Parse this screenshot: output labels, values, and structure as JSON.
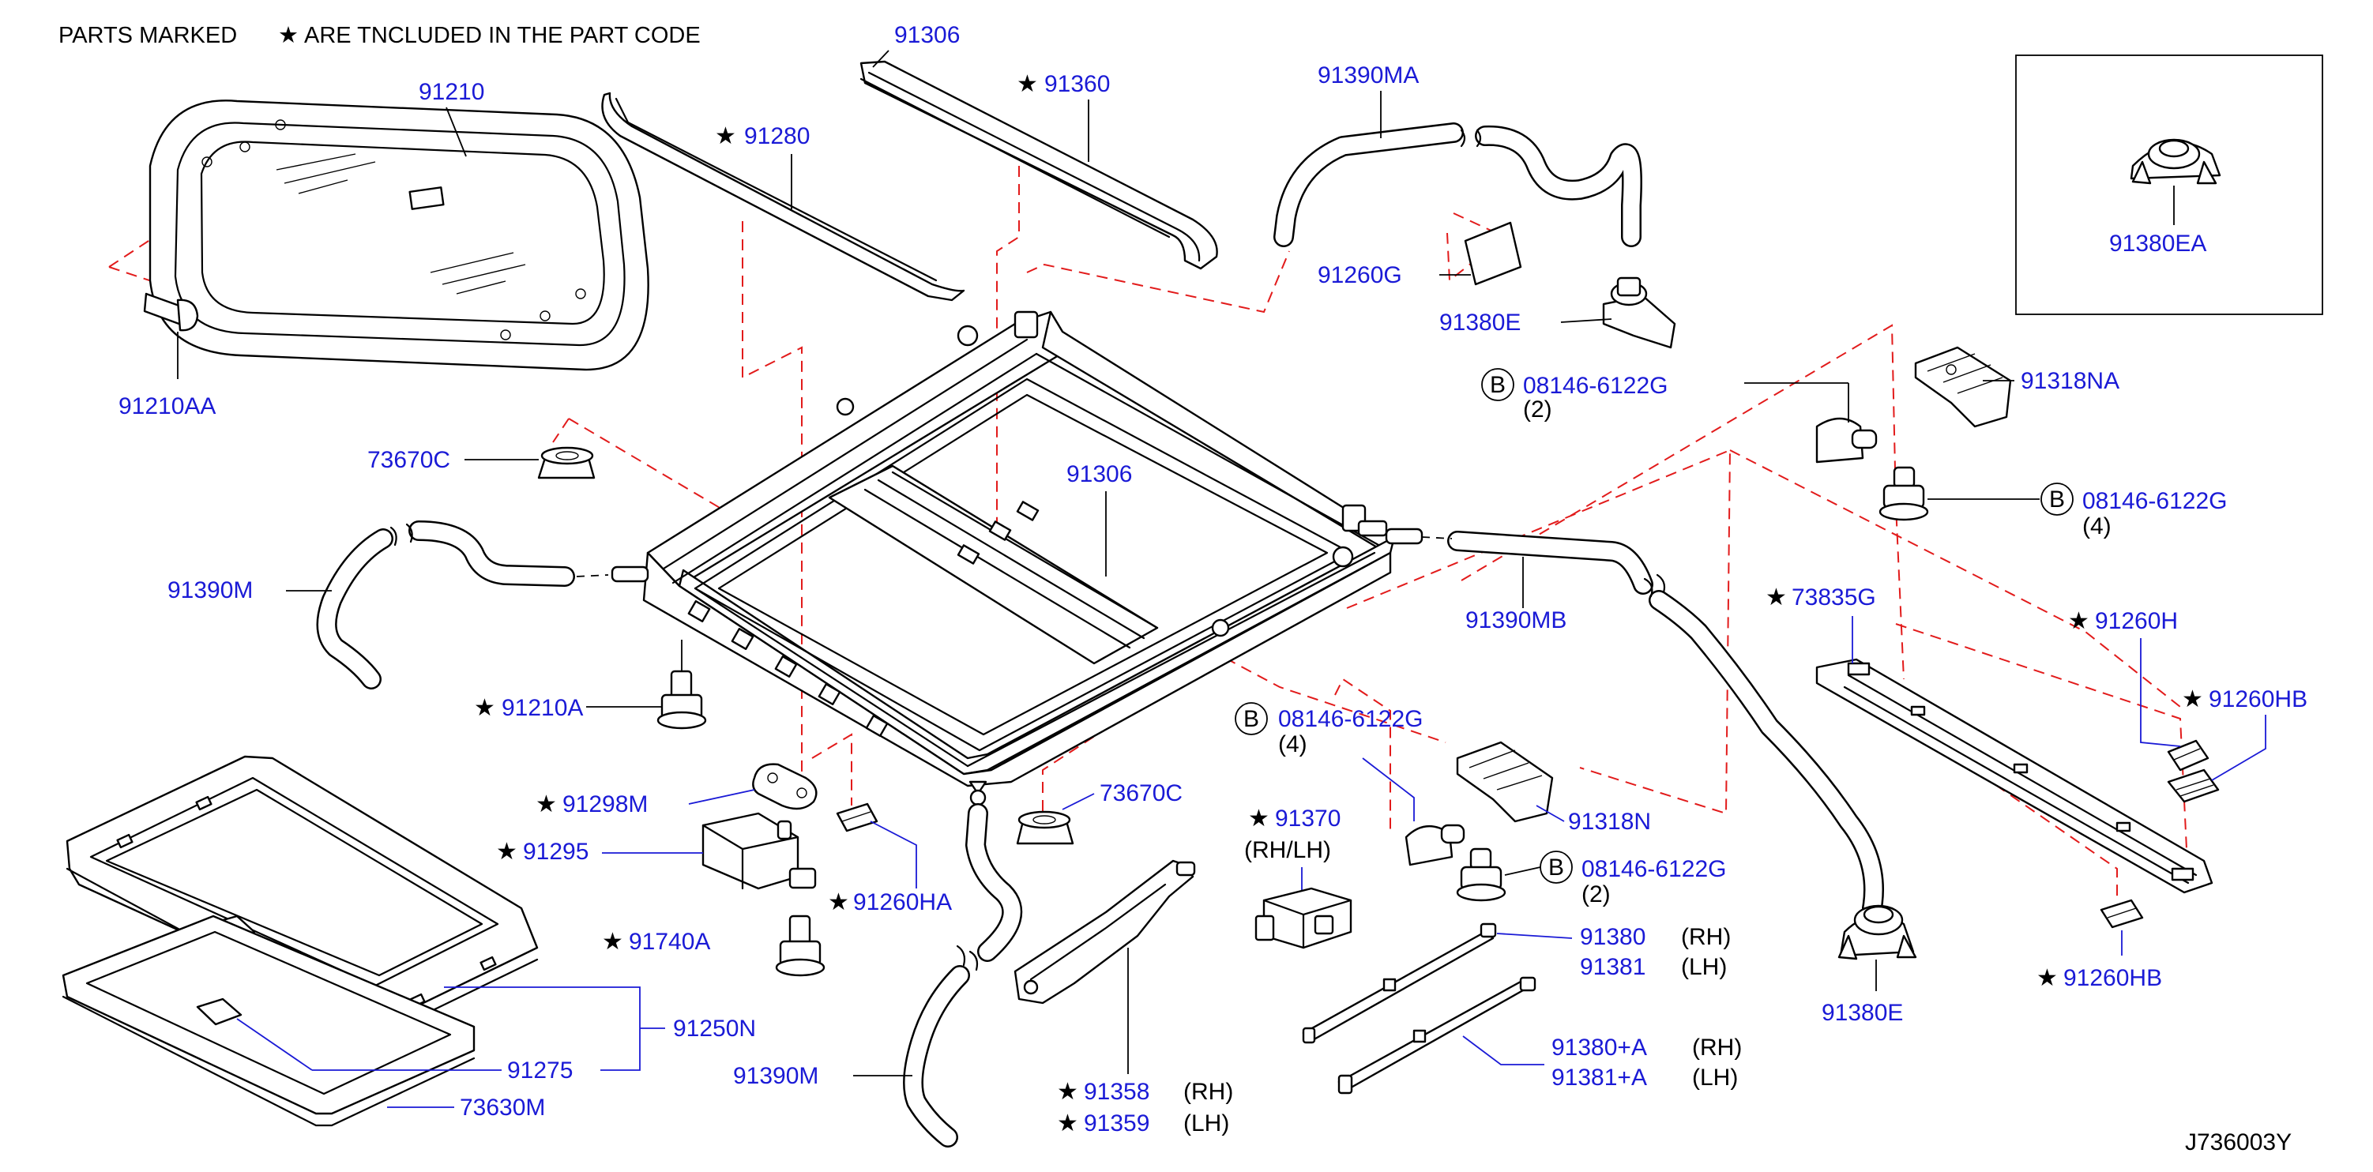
{
  "header": {
    "prefix": "PARTS   MARKED",
    "suffix": "ARE   TNCLUDED   IN   THE   PART   CODE"
  },
  "diagram_id": "J736003Y",
  "colors": {
    "label": "#1a1ad6",
    "guide": "#e21b1b",
    "line": "#000000"
  },
  "labels": {
    "p91210": "91210",
    "p91210AA": "91210AA",
    "p91306_top": "91306",
    "p91280": "91280",
    "p91360": "91360",
    "p91390MA": "91390MA",
    "p91260G": "91260G",
    "p91380E_top": "91380E",
    "p08146_1": "08146-6122G",
    "q2_1": "(2)",
    "p91318NA": "91318NA",
    "p08146_2": "08146-6122G",
    "q4_2": "(4)",
    "p91380EA": "91380EA",
    "p73670C_top": "73670C",
    "p91306_mid": "91306",
    "p91390M_left": "91390M",
    "p91390MB": "91390MB",
    "p73835G": "73835G",
    "p91260H": "91260H",
    "p91260HB_top": "91260HB",
    "p91210A": "91210A",
    "p08146_3": "08146-6122G",
    "q4_3": "(4)",
    "p91298M": "91298M",
    "p73670C_bot": "73670C",
    "p91295": "91295",
    "p91370": "91370",
    "rhlh": "(RH/LH)",
    "p91318N": "91318N",
    "p08146_4": "08146-6122G",
    "q2_4": "(2)",
    "p91260HA": "91260HA",
    "p91740A": "91740A",
    "p91380": "91380",
    "rh1": "(RH)",
    "p91381": "91381",
    "lh1": "(LH)",
    "p91380E_bot": "91380E",
    "p91260HB_bot": "91260HB",
    "p91250N": "91250N",
    "p91275": "91275",
    "p91380A": "91380+A",
    "rh2": "(RH)",
    "p91381A": "91381+A",
    "lh2": "(LH)",
    "p91390M_bot": "91390M",
    "p73630M": "73630M",
    "p91358": "91358",
    "rh3": "(RH)",
    "p91359": "91359",
    "lh3": "(LH)"
  },
  "symbols": {
    "star": "★",
    "bolt_circle": "B"
  }
}
